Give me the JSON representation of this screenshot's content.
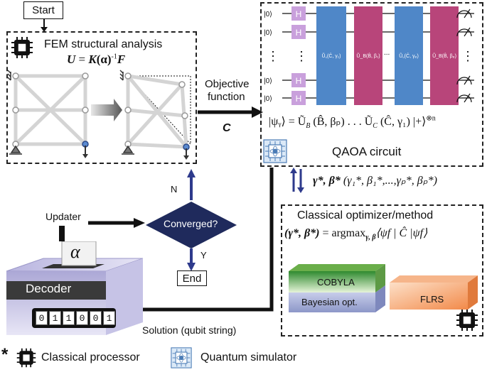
{
  "start": "Start",
  "fem": {
    "title": "FEM structural analysis",
    "eq_U": "U",
    "eq_eq": " = ",
    "eq_K": "K",
    "eq_alpha": "(α)",
    "eq_inv": "-1",
    "eq_F": "F"
  },
  "objective": {
    "line1": "Objective",
    "line2": "function",
    "symbol": "C"
  },
  "qaoa": {
    "ket0": "|0⟩",
    "h": "H",
    "dots": "⋮",
    "gate_uc1": "Ũ",
    "gate_uc1_sub": "C",
    "gate_uc1_args": "(Ĉ, γ₁)",
    "gate_ub1": "Ũ",
    "gate_ub1_sub": "B",
    "gate_ub1_args": "(B̂, β₁)",
    "gate_ucp": "Ũ",
    "gate_ucp_sub": "C",
    "gate_ucp_args": "(Ĉ, γₚ)",
    "gate_ubp": "Ũ",
    "gate_ubp_sub": "B",
    "gate_ubp_args": "(B̂, βₚ)",
    "gate_dots": "...",
    "state_eq": "|ψᵧ⟩ = Ũ",
    "state_eq_b": "B",
    "state_eq_mid": " (B̂, βₚ) . . . Ũ",
    "state_eq_c": "C",
    "state_eq_end": " (Ĉ, γ₁) |+⟩",
    "state_eq_sup": "⊗n",
    "caption": "QAOA circuit"
  },
  "optimum": {
    "head": "γ*, β*",
    "tuple": " (γ₁*, β₁*,...,γₚ*, βₚ*)"
  },
  "optimizer": {
    "title": "Classical optimizer/method",
    "lhs": "(γ*, β*)",
    "eq": " = argmax",
    "sub": "γ, β",
    "rhs": "⟨ψf | Ĉ |ψf⟩",
    "cobyla": "COBYLA",
    "bayesian": "Bayesian opt.",
    "flrs": "FLRS"
  },
  "converged": "Converged?",
  "n_label": "N",
  "y_label": "Y",
  "end": "End",
  "updater": "Updater",
  "alpha": "α",
  "decoder": "Decoder",
  "bits": [
    "0",
    "1",
    "1",
    "0",
    "0",
    "1"
  ],
  "solution": "Solution (qubit string)",
  "legend": {
    "star": "*",
    "classical": "Classical processor",
    "quantum": "Quantum simulator"
  },
  "colors": {
    "h_gate": "#c9a0dc",
    "uc_gate": "#4f87c8",
    "ub_gate": "#b8457a",
    "diamond": "#1f2a5c",
    "arrow_blue": "#2e3a8c",
    "cobyla_top": "#3a9a3a",
    "bayes": "#aab4dc",
    "flrs": "#f4a06a"
  }
}
